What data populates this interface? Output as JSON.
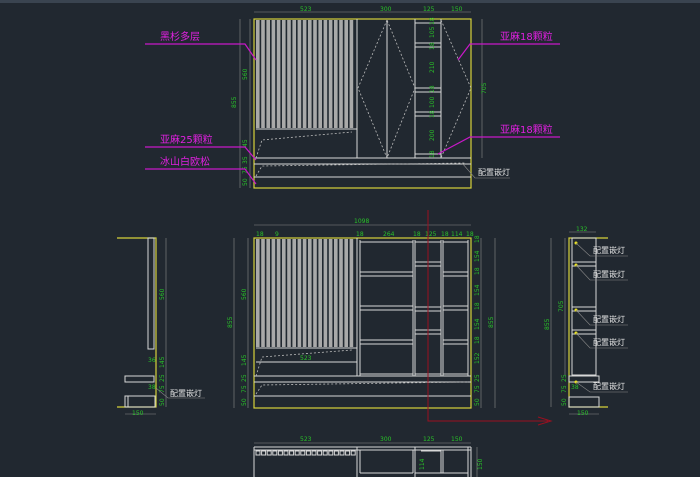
{
  "colors": {
    "background": "#212830",
    "frame": "#d6d23a",
    "dimension": "#29c229",
    "label": "#e020e0",
    "section_line": "#9a1020"
  },
  "top": {
    "dims_top": [
      "523",
      "300",
      "125",
      "150"
    ],
    "dims_left": [
      "855",
      "560",
      "45",
      "35",
      "75",
      "50"
    ],
    "dim_right": "705",
    "dims_inner": [
      "18",
      "105",
      "18",
      "210",
      "18",
      "100",
      "18",
      "200",
      "18"
    ],
    "labels": {
      "l1": "黑杉多层",
      "l2": "亚麻25颗粒",
      "l3": "冰山白欧松",
      "r1": "亚麻18颗粒",
      "r2": "亚麻18颗粒",
      "note": "配置嵌灯"
    }
  },
  "mid": {
    "total": "1098",
    "dims_top": [
      "18",
      "9",
      "18",
      "264",
      "18",
      "125",
      "18",
      "114",
      "18"
    ],
    "dims_left": [
      "855",
      "560",
      "145",
      "25",
      "75",
      "50"
    ],
    "inner": "523",
    "dims_right": [
      "18",
      "154",
      "18",
      "154",
      "18",
      "154",
      "18",
      "152",
      "25",
      "75",
      "50"
    ],
    "dim_right_total": "855"
  },
  "left_side": {
    "dims": [
      "560",
      "145",
      "25",
      "75",
      "50"
    ],
    "width": "150",
    "note": "配置嵌灯",
    "small": [
      "36",
      "38"
    ]
  },
  "right_side": {
    "top": "132",
    "total": "855",
    "inner": "705",
    "width": "150",
    "small": [
      "25",
      "75",
      "50",
      "38"
    ],
    "note": "配置嵌灯"
  },
  "plan": {
    "dims": [
      "523",
      "300",
      "125",
      "150"
    ],
    "side": "114",
    "right": "150"
  }
}
